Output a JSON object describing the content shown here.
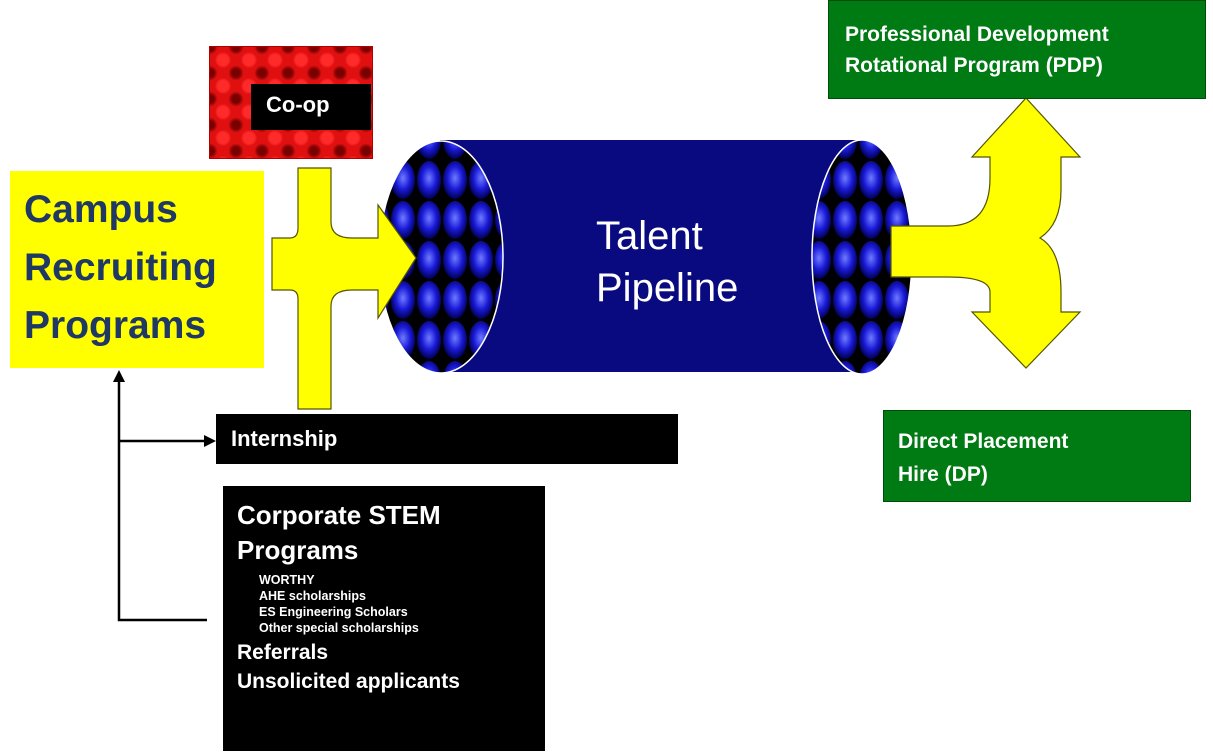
{
  "coop": {
    "label": "Co-op"
  },
  "campus": {
    "lines": [
      "Campus",
      "Recruiting",
      "Programs"
    ]
  },
  "internship": {
    "label": "Internship"
  },
  "stem": {
    "title_line1": "Corporate STEM",
    "title_line2": "Programs",
    "items": [
      "WORTHY",
      "AHE scholarships",
      "ES Engineering Scholars",
      "Other special scholarships"
    ],
    "referrals": "Referrals",
    "unsolicited": "Unsolicited applicants"
  },
  "pipeline": {
    "line1": "Talent",
    "line2": "Pipeline"
  },
  "pdp": {
    "line1": "Professional Development",
    "line2": "Rotational Program (PDP)"
  },
  "dp": {
    "line1": "Direct Placement",
    "line2": "Hire (DP)"
  },
  "colors": {
    "pipe_body": "#0a0a80",
    "arrow_yellow": "#ffff00",
    "campus_text": "#1f3864",
    "green_box": "#007a12",
    "coop_red": "#e01010"
  }
}
